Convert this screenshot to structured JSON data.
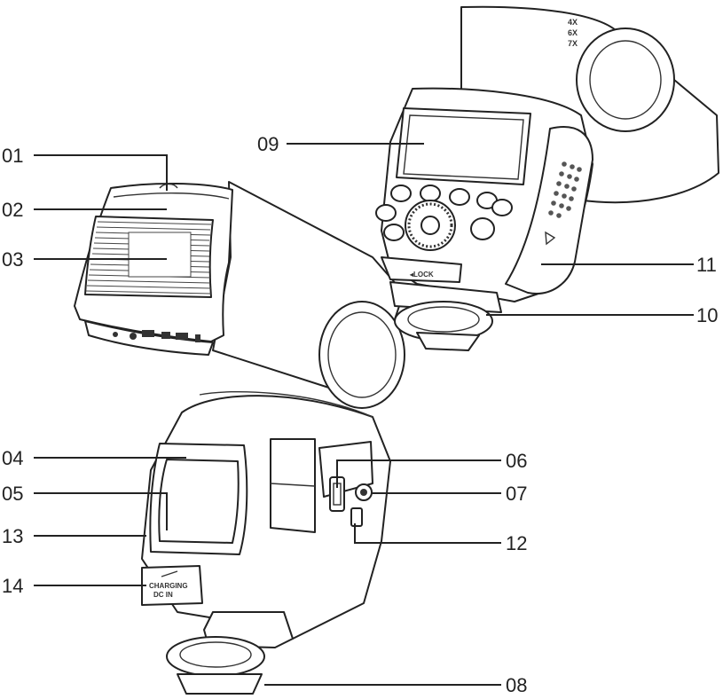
{
  "callouts": {
    "c01": "01",
    "c02": "02",
    "c03": "03",
    "c04": "04",
    "c05": "05",
    "c06": "06",
    "c07": "07",
    "c08": "08",
    "c09": "09",
    "c10": "10",
    "c11": "11",
    "c12": "12",
    "c13": "13",
    "c14": "14"
  },
  "device_text": {
    "lock": "◂LOCK",
    "port_top": "CHARGING",
    "port_bottom": "DC IN"
  },
  "colors": {
    "line": "#222222",
    "background": "#ffffff",
    "screen": "#f2f2f2",
    "grille": "#555555"
  }
}
